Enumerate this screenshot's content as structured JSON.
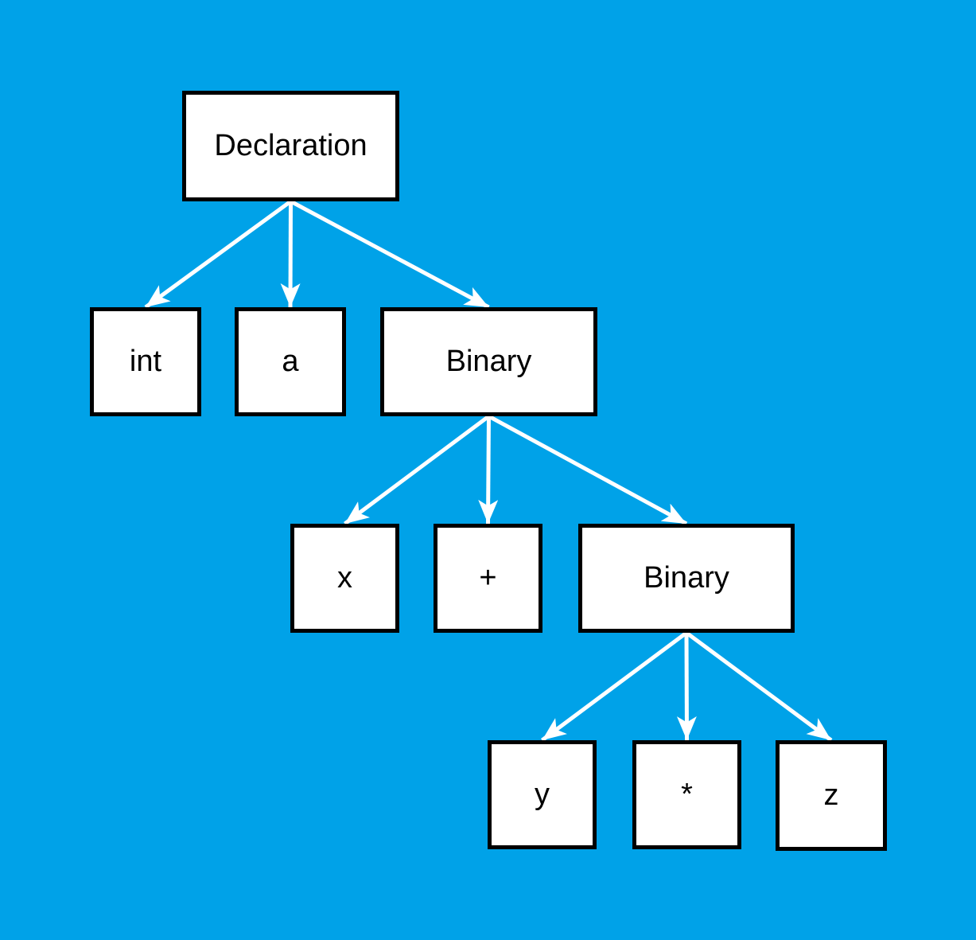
{
  "diagram": {
    "type": "tree",
    "nodes": [
      {
        "id": "declaration",
        "label": "Declaration"
      },
      {
        "id": "int",
        "label": "int"
      },
      {
        "id": "a",
        "label": "a"
      },
      {
        "id": "binary1",
        "label": "Binary"
      },
      {
        "id": "x",
        "label": "x"
      },
      {
        "id": "plus",
        "label": "+"
      },
      {
        "id": "binary2",
        "label": "Binary"
      },
      {
        "id": "y",
        "label": "y"
      },
      {
        "id": "star",
        "label": "*"
      },
      {
        "id": "z",
        "label": "z"
      }
    ],
    "edges": [
      {
        "from": "declaration",
        "to": "int"
      },
      {
        "from": "declaration",
        "to": "a"
      },
      {
        "from": "declaration",
        "to": "binary1"
      },
      {
        "from": "binary1",
        "to": "x"
      },
      {
        "from": "binary1",
        "to": "plus"
      },
      {
        "from": "binary1",
        "to": "binary2"
      },
      {
        "from": "binary2",
        "to": "y"
      },
      {
        "from": "binary2",
        "to": "star"
      },
      {
        "from": "binary2",
        "to": "z"
      }
    ],
    "colors": {
      "background": "#00A2E8",
      "node_fill": "#FFFFFF",
      "node_border": "#000000",
      "edge": "#FFFFFF",
      "text": "#000000"
    },
    "edge_stroke_width": 5
  }
}
